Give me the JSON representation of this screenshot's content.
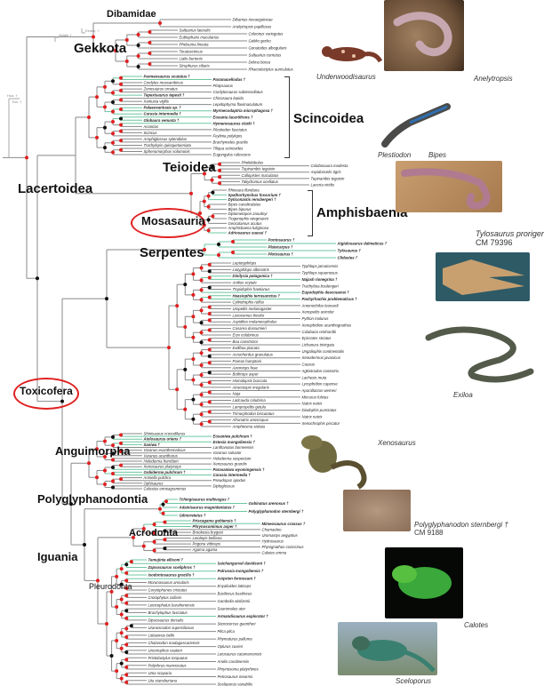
{
  "clades": {
    "dibamidae": "Dibamidae",
    "gekkota": "Gekkota",
    "scincoidea": "Scincoidea",
    "teioidea": "Teioidea",
    "lacertoidea": "Lacertoidea",
    "amphisbaenia": "Amphisbaenia",
    "mosasauria": "Mosasauria",
    "serpentes": "Serpentes",
    "toxicofera": "Toxicofera",
    "anguimorpha": "Anguimorpha",
    "polyglyphanodontia": "Polyglyphanodontia",
    "acrodonta": "Acrodonta",
    "iguania": "Iguania",
    "pleurodonta": "Pleurodonta"
  },
  "outgroups": [
    "Hua. †",
    "Ela. †",
    "Ablabi †",
    "Eiraso. †"
  ],
  "photos": {
    "anelytropsis": "Anelytropsis",
    "underwoodisaurus": "Underwoodisaurus",
    "plestiodon": "Plestiodon",
    "bipes": "Bipes",
    "tylosaurus": "Tylosaurus proriger †",
    "tylosaurus_specimen": "CM 79396",
    "exiloa": "Exiloa",
    "xenosaurus": "Xenosaurus",
    "polyglyphanodon": "Polyglyphanodon sternbergi †",
    "polyglyphanodon_specimen": "CM 9188",
    "calotes": "Calotes",
    "sceloporus": "Sceloporus"
  },
  "taxa": {
    "dibamidae": [
      "Dibamus novaeguineae",
      "Anelytropsis papillosus"
    ],
    "gekkota": [
      "Saltuarius lateralis",
      "Coleonyx variegatus",
      "Eublepharis macularius",
      "Gekko gecko",
      "Phelsuma lineata",
      "Gonatodes albogularis",
      "Teratoscincus",
      "Saltuarius cornutus",
      "Lialis burtonis",
      "Delma borea",
      "Strophurus ciliaris",
      "Rhacodactylus auriculatus"
    ],
    "scincoidea": [
      "Parmeosaurus scutatus †",
      "Paramacellodus †",
      "Cordylus mossambicus",
      "Platysaurus",
      "Zonosaurus ornatus",
      "Cordylosaurus subtessellatus",
      "Tepexisaurus tepexii †",
      "Chicosaura lepida",
      "Xantusia vigilis",
      "Lepidophyma flavimaculatum",
      "Palaeoxantusia sp. †",
      "Myrmecodaptria microphagosa †",
      "Carusia intermedia †",
      "Eoxanta lacertifrons †",
      "Globaura venusta †",
      "Hymenosaurus clarki †",
      "Acontias",
      "Plestiodon fasciatus",
      "Scincus",
      "Feylinia polylepis",
      "Amphiglossus splendidus",
      "Brachymeles gracilis",
      "Trachylepis quinquetaeniata",
      "Tiliqua scincoides",
      "Sphenomorphus solomonis",
      "Eugongylus rufescens"
    ],
    "teioidea": [
      "Pholidobolus",
      "Colobosaura modesta",
      "Tupinambis teguixin",
      "Aspidoscelis tigris",
      "Callopistes maculatus",
      "Tupinambis teguixin",
      "Takydromus ocellatus",
      "Lacerta viridis"
    ],
    "amphisbaenia": [
      "Rhineura floridana",
      "Spathorhynchus fossorium †",
      "Dyticonastis rensbergeri †",
      "Bipes canaliculatus",
      "Bipes biporus",
      "Diplometopon zarudnyi",
      "Trogonophis wiegmanni",
      "Geocalamus acutus",
      "Amphisbaena fuliginosa",
      "Adriosaurus suessi †"
    ],
    "mosasauria": [
      "Pontosaurus †",
      "Aigialosaurus dalmaticus †",
      "Platecarpus †",
      "Tylosaurus †",
      "Plotosaurus †",
      "Clidastes †"
    ],
    "serpentes": [
      "Leptotyphlops",
      "Typhlops jamaicensis",
      "Liotyphlops albirostris",
      "Typhlops squamosus",
      "Dinilysia patagonica †",
      "Najash rionegrina †",
      "Anilius scytale",
      "Trachyboa boulengeri",
      "Tropidophis haetianus",
      "Eupodophis descouensi †",
      "Haasiophis terrasanctus †",
      "Pachyrhachis problematicus †",
      "Cylindrophis ruffus",
      "Anomochilus leonardi",
      "Uropeltis melanogaster",
      "Xenopeltis unicolor",
      "Loxocemus bicolor",
      "Python molurus",
      "Aspidites melanocephalus",
      "Xenophidion acanthognathus",
      "Casarea dussumieri",
      "Calabaria reinhardtii",
      "Eryx colubrinus",
      "Epicrates striatus",
      "Boa constrictor",
      "Lichanura trivirgata",
      "Exiliboa placata",
      "Ungaliophis continentalis",
      "Acrochordus granulatus",
      "Xenodermus javanicus",
      "Pareas hamptoni",
      "Causus",
      "Azemiops feae",
      "Agkistrodon contortrix",
      "Bothrops asper",
      "Lachesis muta",
      "Homalopsis buccata",
      "Lycophidion capense",
      "Atractaspis irregularis",
      "Aparallactus werneri",
      "Naja",
      "Micrurus fulvius",
      "Laticauda colubrina",
      "Natrix natrix",
      "Lampropeltis getula",
      "Diadophis punctatus",
      "Trimorphodon biscutatus",
      "Natrix natrix",
      "Afronatrix anoscopus",
      "Xenochrophis piscator",
      "Amphiesma stolata"
    ],
    "anguimorpha": [
      "Shinisaurus crocodilurus",
      "Eosaniwa pulchrum †",
      "Aiolosaurus oriens †",
      "Estesia mongoliensis †",
      "Saniwa †",
      "Lanthanotus borneensis",
      "Varanus exanthematicus",
      "Varanus salvator",
      "Varanus acanthurus",
      "Heloderma suspectum",
      "Heloderma horridum",
      "Xenosaurus grandis",
      "Xenosaurus platyceps",
      "Parasaniwa wyomingensis †",
      "Gobiderma pulchrum †",
      "Carusia intermedia †",
      "Anniella pulchra",
      "Pseudopus apodus",
      "Ophisaurus",
      "Diploglossus",
      "Celestus enneagrammus"
    ],
    "polyglyphanodontia": [
      "Tchingisaurus multivagus †",
      "Gobinatus arenosus †",
      "Adamisaurus magnidentatus †",
      "Polyglyphanodon sternbergi †",
      "Gilmoreteius †"
    ],
    "acrodonta": [
      "Priscagama gobiensis †",
      "Mimeosaurus crassus †",
      "Phrynosomimus asper †",
      "Chamaeleo",
      "Brookesia brygooi",
      "Uromastyx aegyptius",
      "Leiolepis belliana",
      "Hydrosaurus",
      "Pogona vitticeps",
      "Physignathus cocincinus",
      "Agama agama",
      "Calotes emma"
    ],
    "pleurodonta": [
      "Temujinia ellisoni †",
      "Saichangurvel davidsoni †",
      "Zapsosaurus sceliphros †",
      "Polrussia mongoliensis †",
      "Isodontosaurus gracilis †",
      "Aciprion formosum †",
      "Morunasaurus annularis",
      "Enyalioides laticeps",
      "Corytophanes cristatus",
      "Basiliscus basiliscus",
      "Crotaphytus collaris",
      "Gambelia wislizenii",
      "Leiocephalus barahonensis",
      "Sauromalus ater",
      "Brachylophus fasciatus",
      "Armandisaurus explorator †",
      "Dipsosaurus dorsalis",
      "Stenocercus guentheri",
      "Uranoscodon superciliosus",
      "Plica plica",
      "Liolaemus bellii",
      "Phymaturus palluma",
      "Chalarodon madagascariensis",
      "Oplurus cuvieri",
      "Urostrophus vautieri",
      "Leiosaurus catamarcensis",
      "Pristidactylus torquatus",
      "Anolis carolinensis",
      "Polychrus marmoratus",
      "Phrynosoma platyrhinos",
      "Uma scoparia",
      "Petrosaurus mearnsi",
      "Uta stansburiana",
      "Sceloporus variabilis"
    ]
  },
  "colors": {
    "branch": "#888888",
    "fossil_branch": "#6cc7a0",
    "node_red": "#e02020",
    "node_black": "#111111",
    "highlight": "#e02020"
  }
}
